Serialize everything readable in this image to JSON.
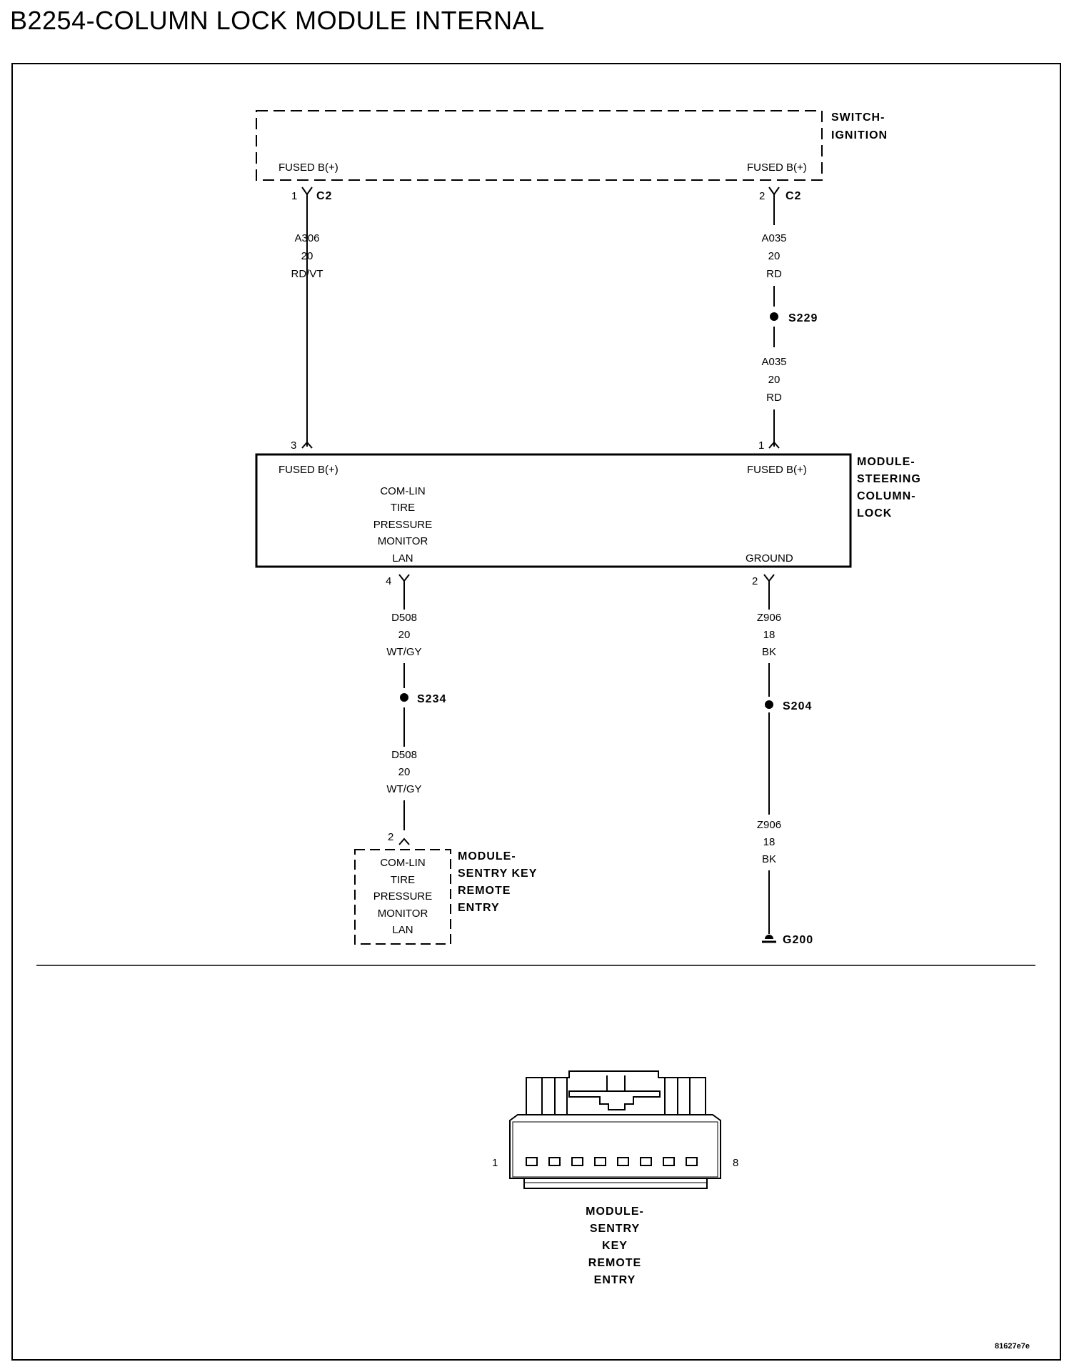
{
  "title": "B2254-COLUMN LOCK MODULE INTERNAL",
  "switch": {
    "name_line1": "SWITCH-",
    "name_line2": "IGNITION",
    "pin_left_label": "FUSED B(+)",
    "pin_right_label": "FUSED B(+)",
    "conn_left_pin": "1",
    "conn_left_name": "C2",
    "conn_right_pin": "2",
    "conn_right_name": "C2"
  },
  "wires": {
    "a306": {
      "circuit": "A306",
      "gauge": "20",
      "color": "RD/VT"
    },
    "a035_upper": {
      "circuit": "A035",
      "gauge": "20",
      "color": "RD"
    },
    "a035_lower": {
      "circuit": "A035",
      "gauge": "20",
      "color": "RD"
    },
    "d508_upper": {
      "circuit": "D508",
      "gauge": "20",
      "color": "WT/GY"
    },
    "d508_lower": {
      "circuit": "D508",
      "gauge": "20",
      "color": "WT/GY"
    },
    "z906_upper": {
      "circuit": "Z906",
      "gauge": "18",
      "color": "BK"
    },
    "z906_lower": {
      "circuit": "Z906",
      "gauge": "18",
      "color": "BK"
    }
  },
  "splices": {
    "s229": "S229",
    "s234": "S234",
    "s204": "S204"
  },
  "ground": "G200",
  "steering_module": {
    "name_lines": [
      "MODULE-",
      "STEERING",
      "COLUMN-",
      "LOCK"
    ],
    "pin_left_label": "FUSED B(+)",
    "pin_right_label": "FUSED B(+)",
    "lan_lines": [
      "COM-LIN",
      "TIRE",
      "PRESSURE",
      "MONITOR",
      "LAN"
    ],
    "ground_label": "GROUND",
    "pin_top_left": "3",
    "pin_top_right": "1",
    "pin_bottom_left": "4",
    "pin_bottom_right": "2"
  },
  "sentry_module": {
    "name_lines": [
      "MODULE-",
      "SENTRY KEY",
      "REMOTE",
      "ENTRY"
    ],
    "lan_lines": [
      "COM-LIN",
      "TIRE",
      "PRESSURE",
      "MONITOR",
      "LAN"
    ],
    "pin": "2"
  },
  "connector": {
    "pin_first": "1",
    "pin_last": "8",
    "name_lines": [
      "MODULE-",
      "SENTRY",
      "KEY",
      "REMOTE",
      "ENTRY"
    ]
  },
  "footer_code": "81627e7e"
}
